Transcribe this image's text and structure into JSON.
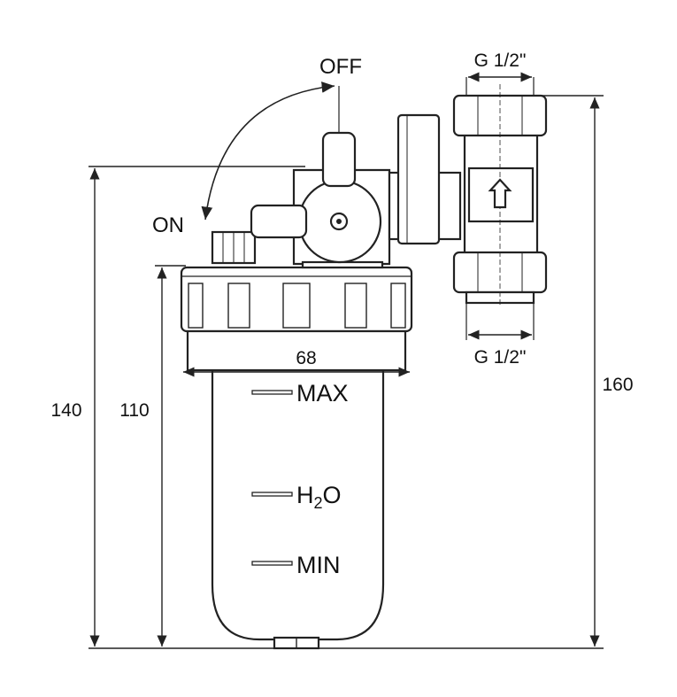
{
  "labels": {
    "off": "OFF",
    "on": "ON",
    "thread_top": "G 1/2\"",
    "thread_bottom": "G 1/2\"",
    "width": "68",
    "height_total": "140",
    "height_bowl": "110",
    "height_right": "160",
    "max": "MAX",
    "h2o_main": "H",
    "h2o_sub": "2",
    "h2o_end": "O",
    "min": "MIN"
  }
}
